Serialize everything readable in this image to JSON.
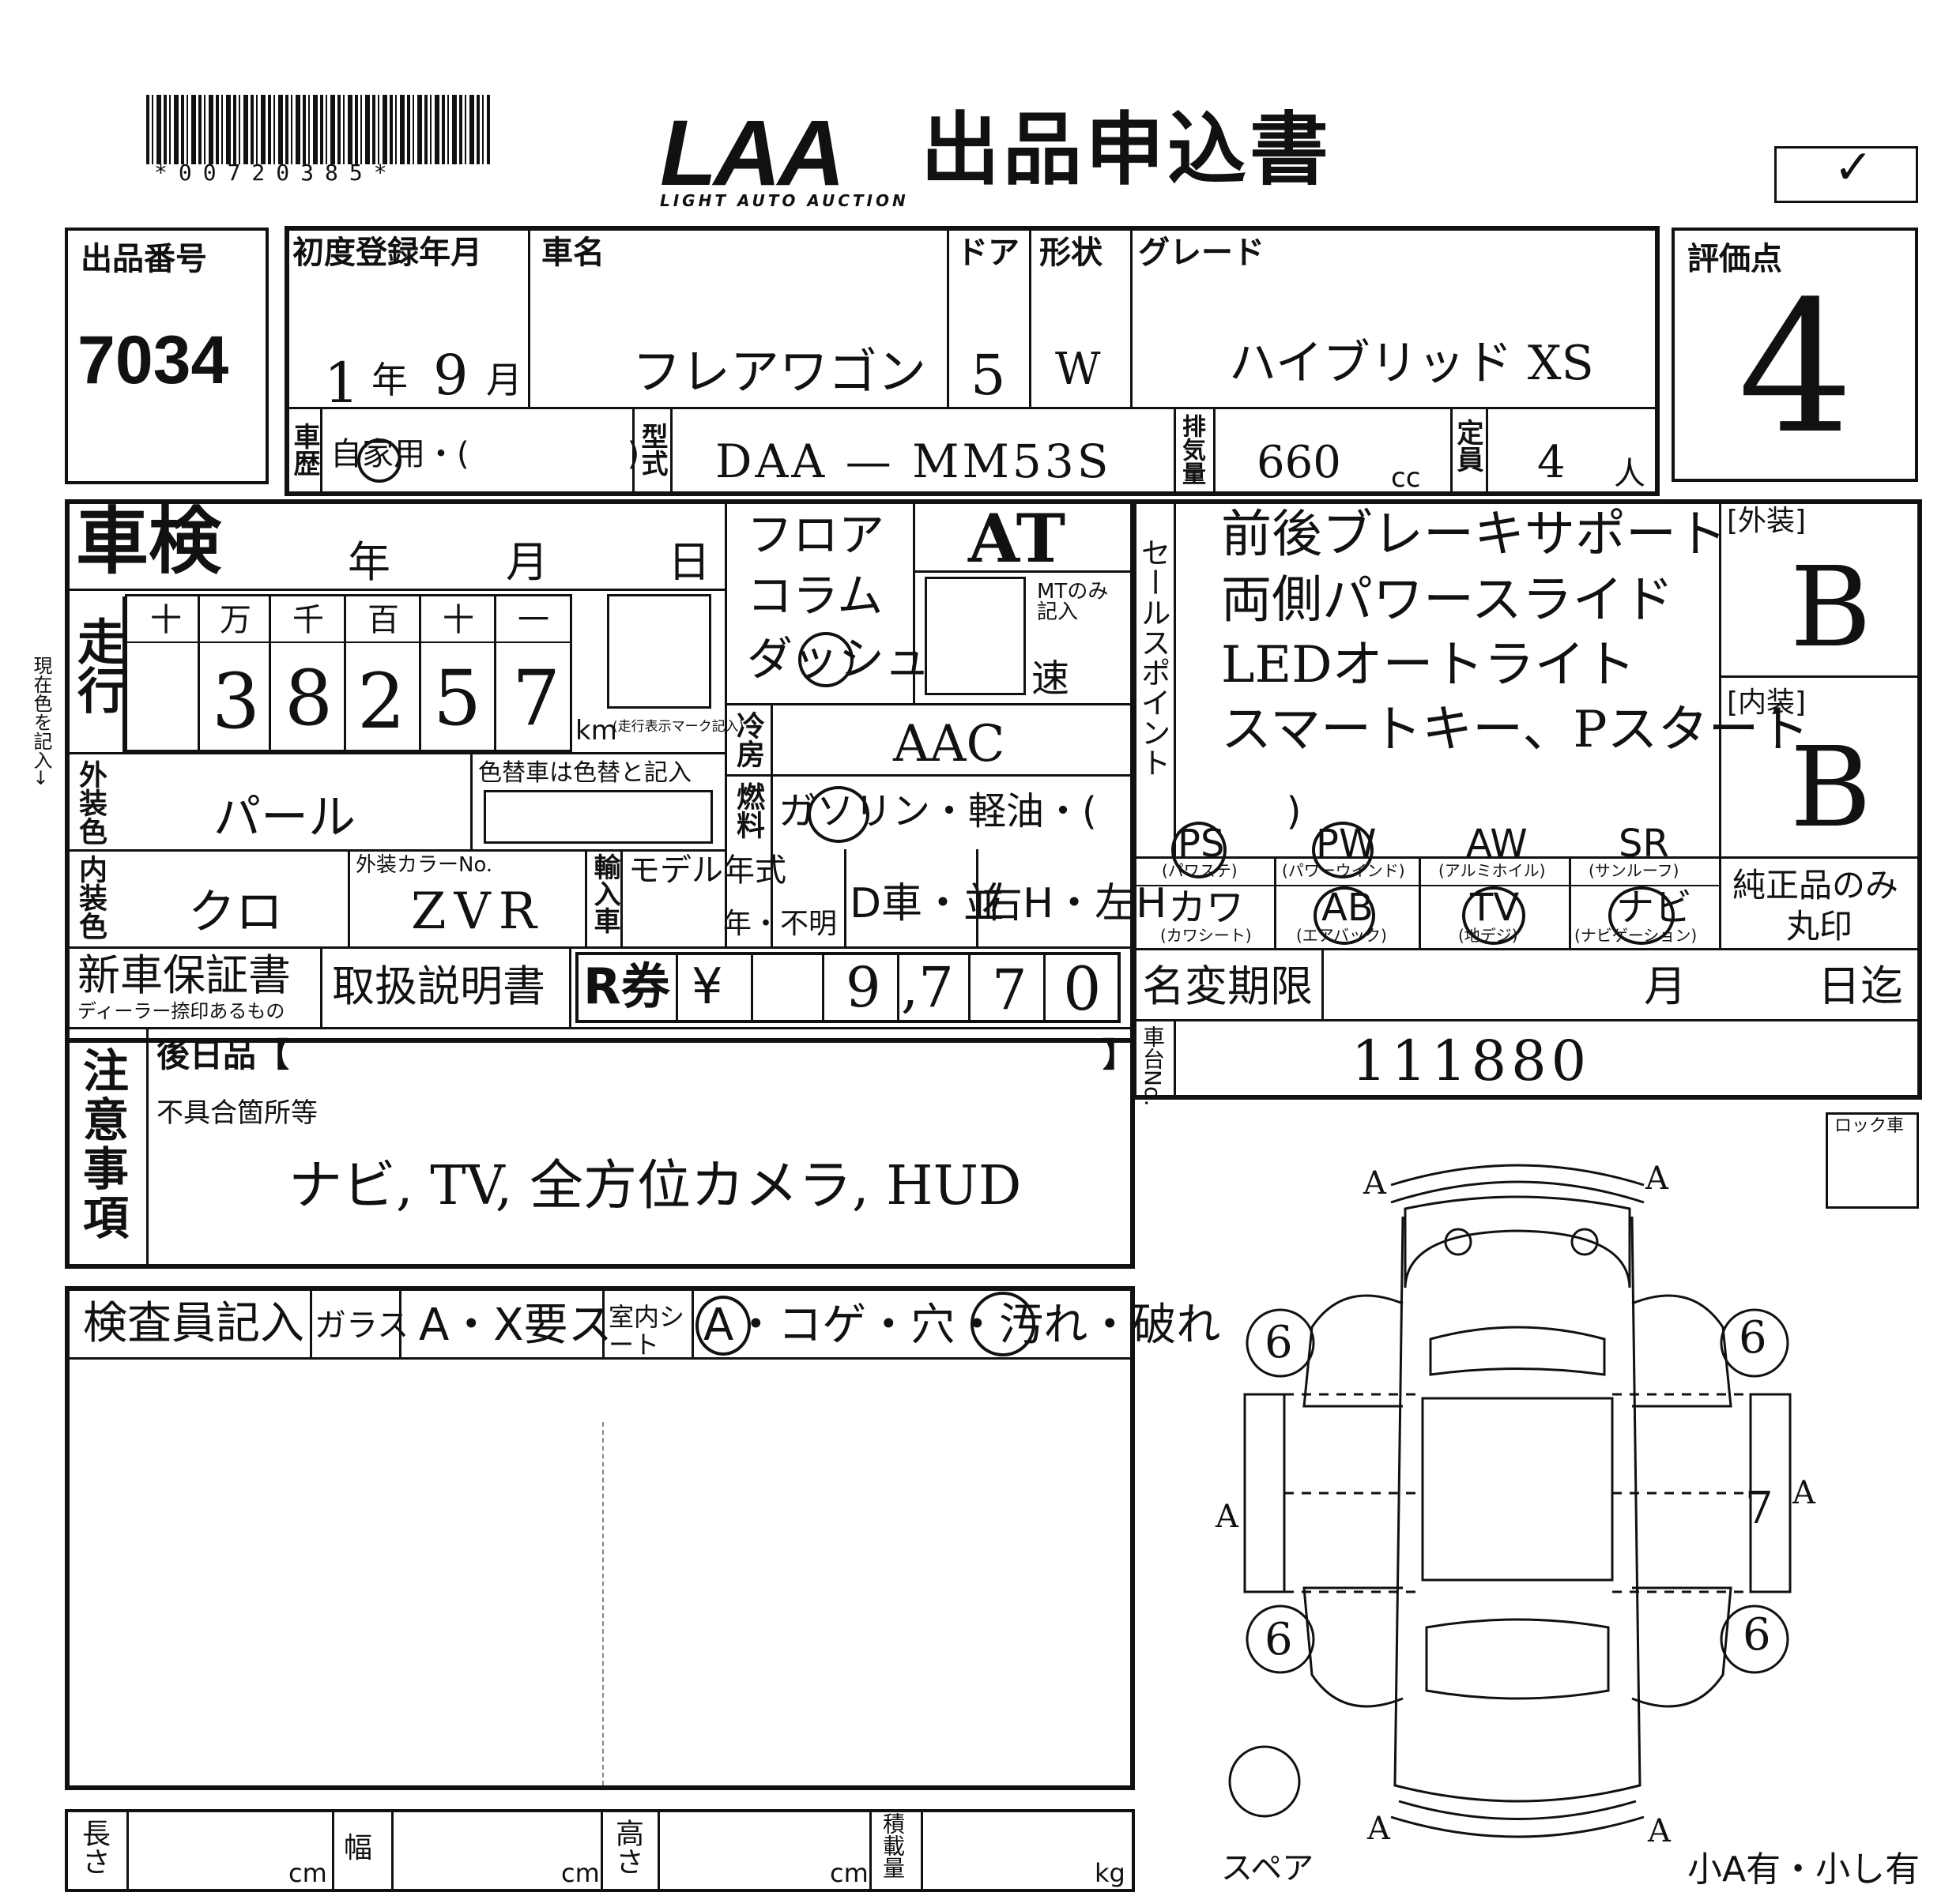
{
  "header": {
    "barcode_text": "*00720385*",
    "logo": "LAA",
    "logo_sub": "LIGHT AUTO AUCTION",
    "title": "出品申込書",
    "check_mark": "✓"
  },
  "lot": {
    "label": "出品番号",
    "value": "7034"
  },
  "first_reg": {
    "label": "初度登録年月",
    "year_val": "1",
    "year_unit": "年",
    "month_val": "9",
    "month_unit": "月"
  },
  "car_name": {
    "label": "車名",
    "value": "フレアワゴン"
  },
  "door": {
    "label": "ドア",
    "value": "5"
  },
  "shape": {
    "label": "形状",
    "value": "W"
  },
  "grade": {
    "label": "グレード",
    "value": "ハイブリッド XS"
  },
  "score": {
    "label": "評価点",
    "value": "4"
  },
  "history": {
    "label": "車歴",
    "text": "自家用・(　　　　　)"
  },
  "model_type": {
    "label": "型式",
    "value": "DAA — MM53S"
  },
  "displacement": {
    "label": "排気量",
    "value": "660",
    "unit": "cc"
  },
  "capacity": {
    "label": "定員",
    "value": "4",
    "unit": "人"
  },
  "shaken": {
    "label": "車検",
    "year": "年",
    "month": "月",
    "day": "日"
  },
  "mileage": {
    "label": "走行",
    "digit_labels": [
      "十",
      "万",
      "千",
      "百",
      "十",
      "一"
    ],
    "digits": [
      "",
      "3",
      "8",
      "2",
      "5",
      "7"
    ],
    "unit": "km",
    "note": "(走行表示マーク記入)"
  },
  "shift": {
    "floor": "フロア",
    "column": "コラム",
    "dash": "ダッシュ",
    "at": "AT",
    "mt_note": "MTのみ記入",
    "speed": "速"
  },
  "sales_points": {
    "label": "セールスポイント",
    "lines": [
      "前後ブレーキサポート",
      "両側パワースライド",
      "LEDオートライト",
      "スマートキー、Pスタート"
    ]
  },
  "exterior_grade": {
    "label": "[外装]",
    "value": "B"
  },
  "interior_grade": {
    "label": "[内装]",
    "value": "B"
  },
  "ac": {
    "label": "冷房",
    "value": "AAC"
  },
  "fuel": {
    "label": "燃料",
    "text": "ガソリン・軽油・(　　　　　)"
  },
  "ext_color": {
    "label": "外装色",
    "value": "パール",
    "change_label": "色替車は色替と記入"
  },
  "int_color": {
    "label": "内装色",
    "value": "クロ"
  },
  "color_no": {
    "label": "外装カラーNo.",
    "value": "ZVR"
  },
  "import": {
    "label": "輸入車"
  },
  "model_year": {
    "label": "モデル年式",
    "value": "年・不明"
  },
  "d_car": {
    "text": "D車・並"
  },
  "handle": {
    "text": "右H・左H"
  },
  "equipment": [
    {
      "code": "PS",
      "sub": "(パワステ)"
    },
    {
      "code": "PW",
      "sub": "(パワーウインド)"
    },
    {
      "code": "AW",
      "sub": "(アルミホイル)"
    },
    {
      "code": "SR",
      "sub": "(サンルーフ)"
    },
    {
      "code": "カワ",
      "sub": "(カワシート)"
    },
    {
      "code": "AB",
      "sub": "(エアバック)"
    },
    {
      "code": "TV",
      "sub": "(地デジ)"
    },
    {
      "code": "ナビ",
      "sub": "(ナビゲーション)"
    }
  ],
  "genuine": {
    "line1": "純正品のみ",
    "line2": "丸印"
  },
  "warranty": {
    "label": "新車保証書",
    "sub": "ディーラー捺印あるもの"
  },
  "manual": {
    "label": "取扱説明書"
  },
  "recycle": {
    "label": "R券",
    "yen": "¥",
    "digits": [
      "9",
      ",7",
      "7",
      "0"
    ]
  },
  "name_change": {
    "label": "名変期限",
    "month": "月",
    "day": "日迄"
  },
  "chassis": {
    "label": "車台No.",
    "value": "111880"
  },
  "notes": {
    "label": "注意事項",
    "later_items": "後日品【",
    "later_close": "】",
    "defects_label": "不具合箇所等",
    "defects": "ナビ, TV, 全方位カメラ, HUD"
  },
  "lock": {
    "label": "ロック車"
  },
  "inspector": {
    "label": "検査員記入",
    "glass_label": "ガラス",
    "glass_text": "A・X要ス",
    "seat_label": "室内シート",
    "seat_text": "A・コゲ・穴・汚れ・破れ"
  },
  "dims": {
    "length": "長さ",
    "width": "幅",
    "height": "高さ",
    "load": "積載量",
    "cm": "cm",
    "kg": "kg"
  },
  "diagram": {
    "spare": "スペア",
    "small": "小A有・小し有",
    "marks": [
      "A",
      "A",
      "6",
      "6",
      "A",
      "7",
      "A",
      "6",
      "6",
      "A",
      "A"
    ]
  }
}
